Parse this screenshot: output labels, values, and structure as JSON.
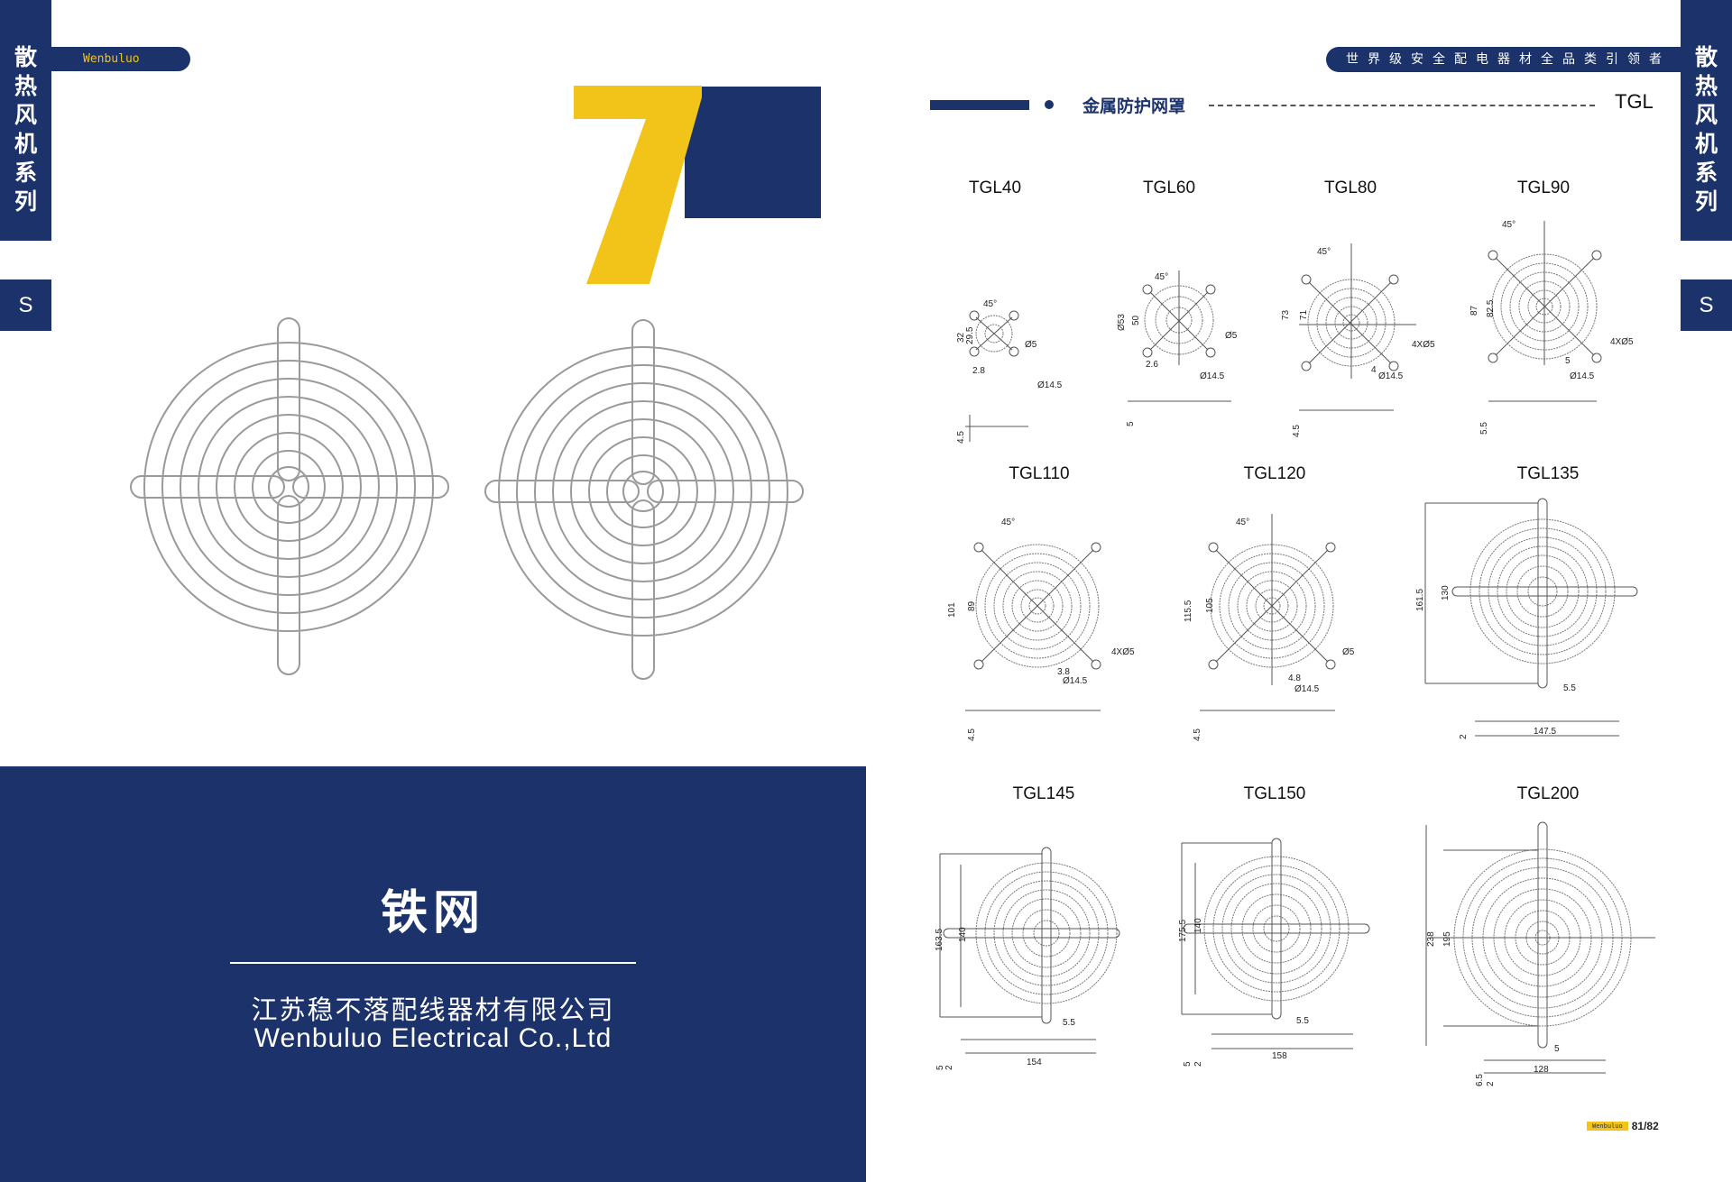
{
  "left_page": {
    "side_tab": {
      "chars": [
        "散",
        "热",
        "风",
        "机",
        "系",
        "列"
      ],
      "letter": "S"
    },
    "brand_pill": "Wenbuluo",
    "chapter_number": "7",
    "product_images": [
      {
        "name": "fan-grille-photo-1"
      },
      {
        "name": "fan-grille-photo-2"
      }
    ],
    "panel": {
      "title": "铁网",
      "company_cn": "江苏稳不落配线器材有限公司",
      "company_en": "Wenbuluo Electrical Co.,Ltd"
    }
  },
  "right_page": {
    "slogan_pill": "世界级安全配电器材全品类引领者",
    "side_tab": {
      "chars": [
        "散",
        "热",
        "风",
        "机",
        "系",
        "列"
      ],
      "letter": "S"
    },
    "section": {
      "title": "金属防护网罩",
      "code": "TGL"
    },
    "drawings": [
      {
        "model": "TGL40",
        "dims": [
          "45°",
          "32",
          "29.5",
          "2.8",
          "Ø5",
          "Ø14.5",
          "4.5"
        ]
      },
      {
        "model": "TGL60",
        "dims": [
          "45°",
          "Ø53",
          "50",
          "2.6",
          "Ø5",
          "Ø14.5",
          "5"
        ]
      },
      {
        "model": "TGL80",
        "dims": [
          "45°",
          "73",
          "71",
          "4",
          "4XØ5",
          "Ø14.5",
          "4.5"
        ]
      },
      {
        "model": "TGL90",
        "dims": [
          "45°",
          "87",
          "82.5",
          "5",
          "4XØ5",
          "Ø14.5",
          "5.5"
        ]
      },
      {
        "model": "TGL110",
        "dims": [
          "45°",
          "101",
          "89",
          "3.8",
          "4XØ5",
          "Ø14.5",
          "4.5"
        ]
      },
      {
        "model": "TGL120",
        "dims": [
          "45°",
          "115.5",
          "105",
          "4.8",
          "Ø5",
          "Ø14.5",
          "4.5"
        ]
      },
      {
        "model": "TGL135",
        "dims": [
          "161.5",
          "130",
          "5.5",
          "147.5",
          "2"
        ]
      },
      {
        "model": "TGL145",
        "dims": [
          "163.5",
          "140",
          "5.5",
          "154",
          "5",
          "2"
        ]
      },
      {
        "model": "TGL150",
        "dims": [
          "175.5",
          "140",
          "5.5",
          "158",
          "5",
          "2"
        ]
      },
      {
        "model": "TGL200",
        "dims": [
          "238",
          "195",
          "5",
          "128",
          "6.5",
          "2"
        ]
      }
    ],
    "footer": {
      "tag": "Wenbuluo",
      "page": "81/82"
    }
  },
  "colors": {
    "navy": "#1c326a",
    "yellow": "#f2c318"
  }
}
